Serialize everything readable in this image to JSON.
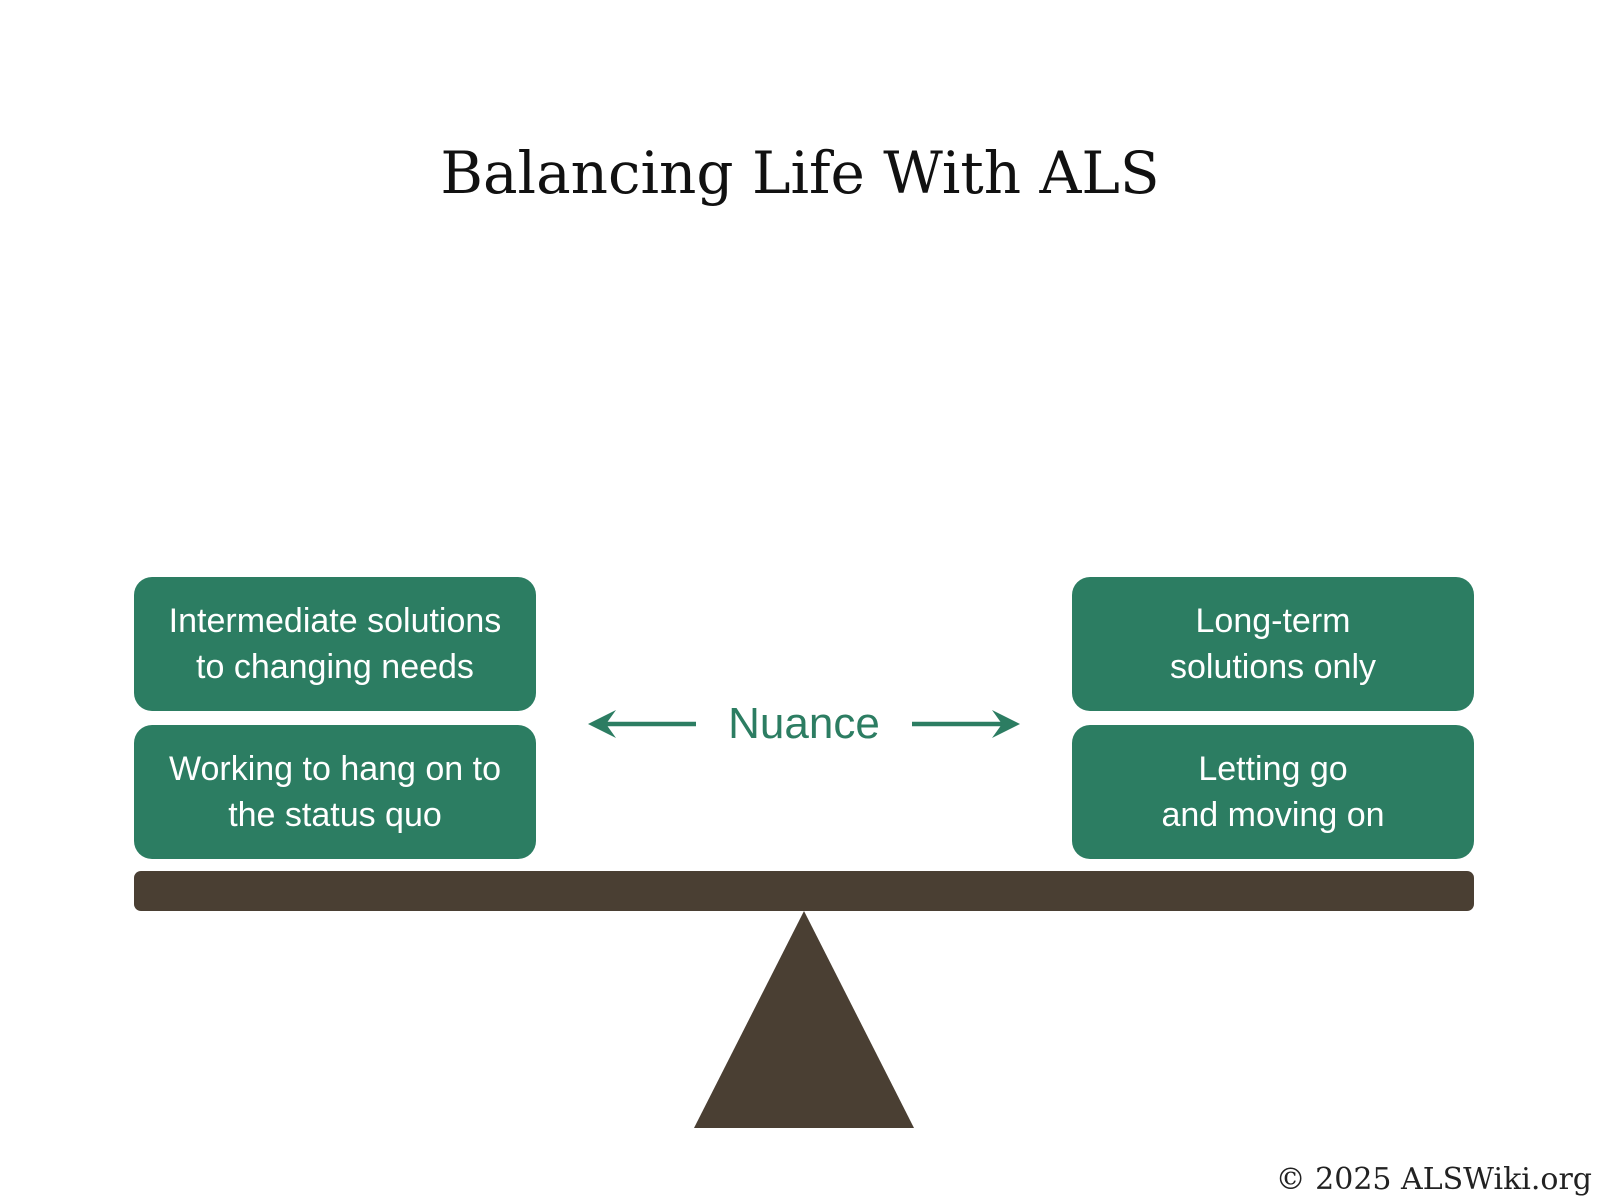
{
  "title": "Balancing Life With ALS",
  "colors": {
    "box_fill": "#2c7d62",
    "nuance_text": "#2c7d62",
    "seesaw": "#4a3f33"
  },
  "left_side": {
    "top_box": "Intermediate solutions\nto changing needs",
    "bottom_box": "Working to hang on to\nthe status quo"
  },
  "right_side": {
    "top_box": "Long-term\nsolutions only",
    "bottom_box": "Letting go\nand moving on"
  },
  "center": {
    "label": "Nuance",
    "left_arrow_icon": "arrow-left-icon",
    "right_arrow_icon": "arrow-right-icon"
  },
  "copyright": "© 2025 ALSWiki.org"
}
